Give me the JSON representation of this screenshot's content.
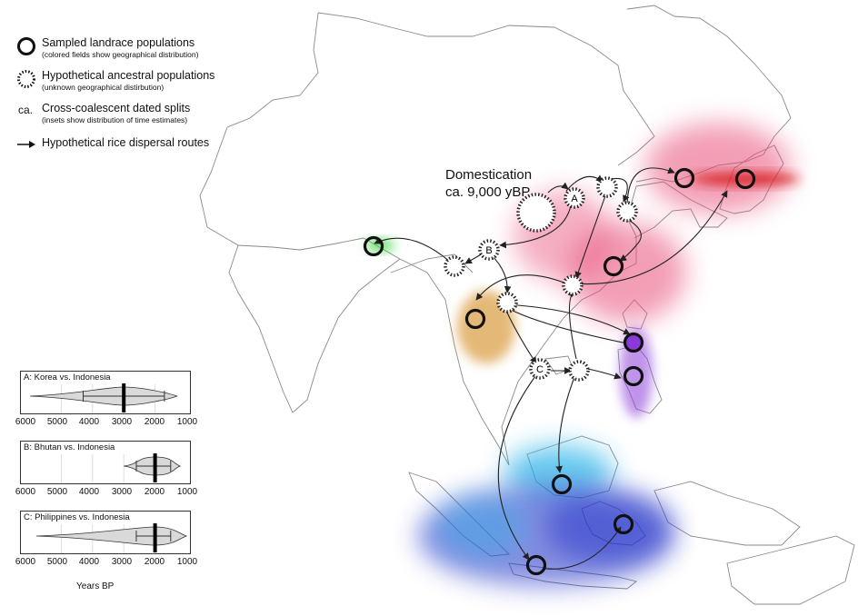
{
  "legend": {
    "sampled": {
      "label": "Sampled landrace populations",
      "note": "(colored fields show geographical distribution)"
    },
    "hypothetical": {
      "label": "Hypothetical ancestral populations",
      "note": "(unknown geographical distirbution)"
    },
    "dated": {
      "symbol": "ca.",
      "label": "Cross-coalescent dated splits",
      "note": "(insets show distribution of time estimates)"
    },
    "routes": {
      "label": "Hypothetical rice dispersal routes"
    }
  },
  "domestication": {
    "title": "Domestication",
    "subtitle": "ca. 9,000 yBP"
  },
  "nodes": {
    "A": "A",
    "B": "B",
    "C": "C"
  },
  "colors": {
    "japan": "#d81e1e",
    "china": "#e8507a",
    "bhutan": "#3ad63a",
    "laos": "#d38a1c",
    "philippines": "#8a3ad8",
    "borneo": "#2ab4e8",
    "indonesia": "#2430c8"
  },
  "insets": [
    {
      "title": "A: Korea vs. Indonesia",
      "range": [
        1300,
        6000
      ],
      "median": 3000,
      "whisker": [
        4300,
        1700
      ]
    },
    {
      "title": "B: Bhutan vs. Indonesia",
      "range": [
        1200,
        3000
      ],
      "median": 2000,
      "whisker": [
        2600,
        1500
      ]
    },
    {
      "title": "C: Philippines vs. Indonesia",
      "range": [
        1000,
        5800
      ],
      "median": 2000,
      "whisker": [
        2600,
        1500
      ]
    }
  ],
  "axis_ticks": [
    "6000",
    "5000",
    "4000",
    "3000",
    "2000",
    "1000"
  ],
  "axis_label": "Years BP"
}
